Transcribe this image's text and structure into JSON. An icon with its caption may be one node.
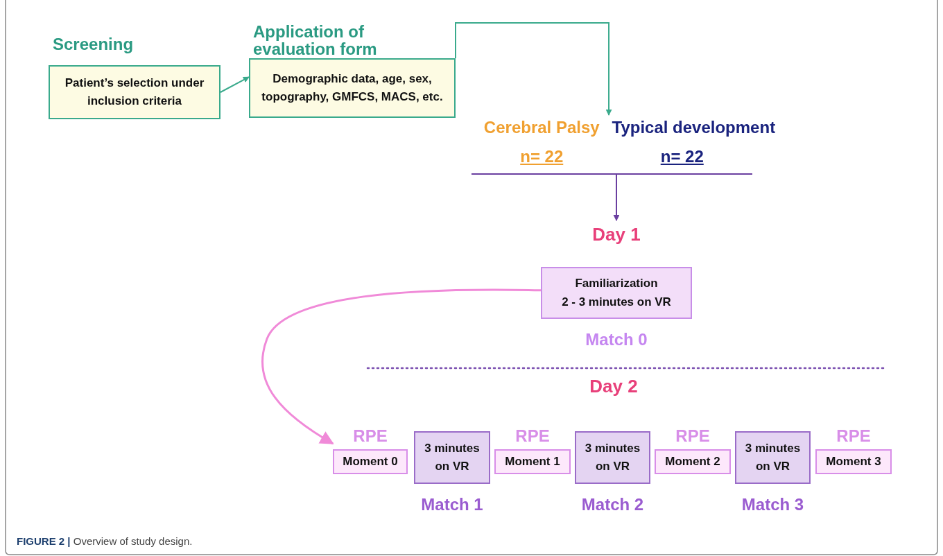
{
  "diagram": {
    "caption": "**FIGURE 2 |** Overview of study design.",
    "nodes": [
      {
        "text": [
          "Screening",
          "Patient’s selection under inclusion criteria"
        ]
      },
      {
        "text": [
          "Application of evaluation form",
          "Demographic data, age, sex, topography, GMFCS, MACS, etc."
        ]
      },
      {
        "text": [
          "Cerebral Palsy",
          "n= 22",
          "Typical development",
          "n= 22"
        ]
      },
      {
        "text": [
          "Day 1"
        ]
      },
      {
        "text": [
          "Familiarization",
          "2 - 3 minutes on VR"
        ],
        "beside": [
          "Match 0"
        ]
      },
      {
        "text": [
          "RPE",
          "Moment 0"
        ]
      },
      {
        "text": [
          "3 minutes on VR"
        ],
        "beside": [
          "Match 1"
        ]
      },
      {
        "text": [
          "RPE",
          "Moment 1"
        ]
      },
      {
        "text": [
          "3 minutes on VR"
        ],
        "beside": [
          "Match 2"
        ]
      },
      {
        "text": [
          "RPE",
          "Moment 2"
        ]
      },
      {
        "text": [
          "3 minutes on VR"
        ],
        "beside": [
          "Match 3"
        ]
      },
      {
        "text": [
          "RPE",
          "Moment 3"
        ]
      }
    ],
    "edges": [
      {
        "from": 0,
        "to": 1,
        "arrow": "to"
      },
      {
        "from": 1,
        "to": 2,
        "arrow": "to"
      },
      {
        "from": 2,
        "to": 3,
        "arrow": "to",
        "color": "#6a3fa0"
      },
      {
        "from": 4,
        "to": 5,
        "arrow": "to",
        "color": "#f08ad8"
      }
    ],
    "labels": [
      "Day 2"
    ]
  }
}
